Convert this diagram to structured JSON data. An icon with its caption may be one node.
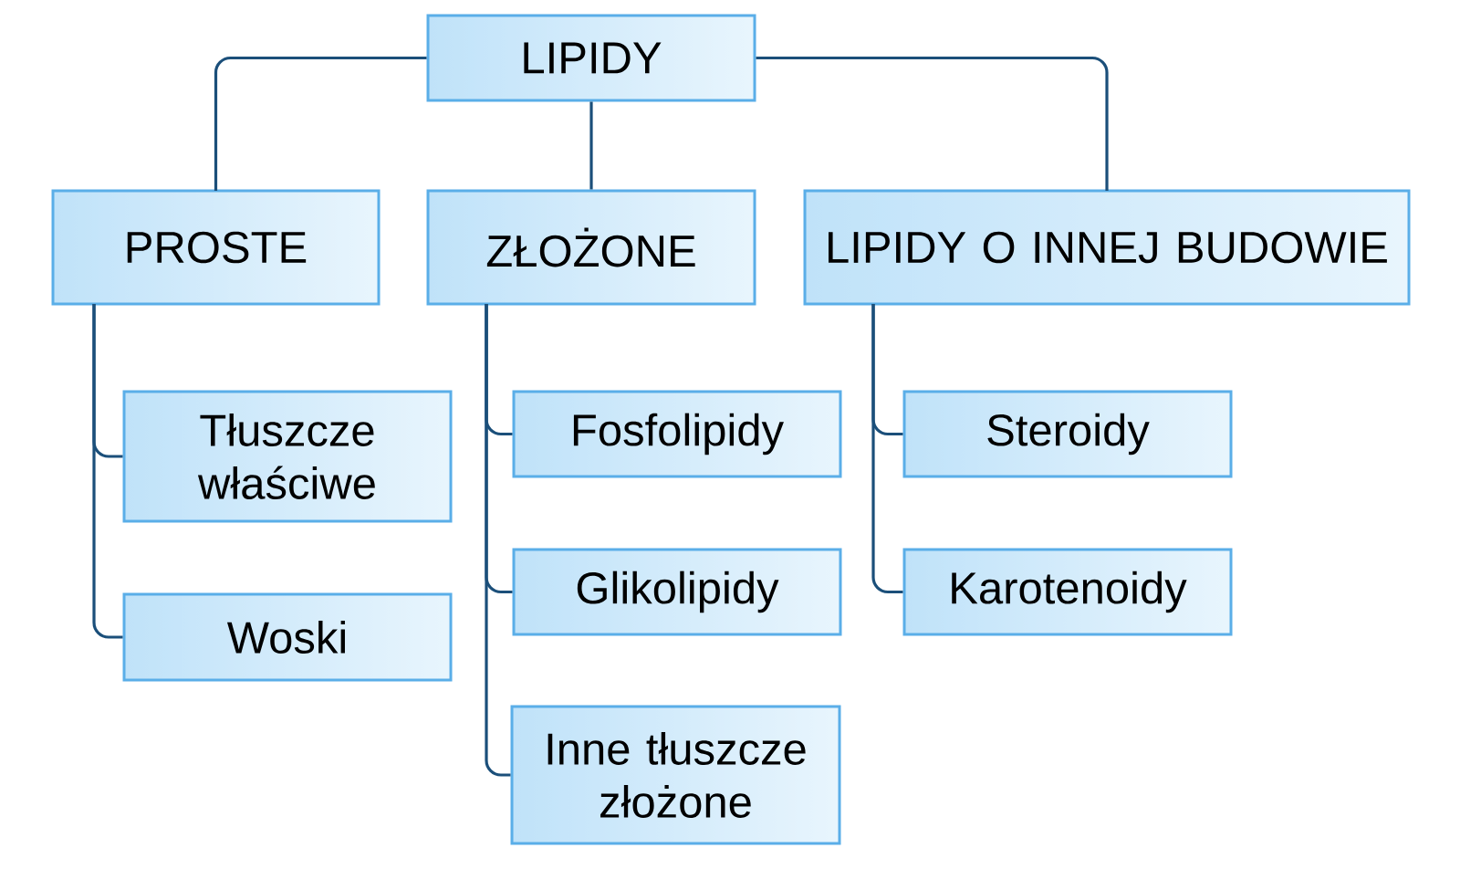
{
  "diagram": {
    "nodes": [
      {
        "text": [
          "LIPIDY"
        ]
      },
      {
        "text": [
          "PROSTE"
        ]
      },
      {
        "text": [
          "ZŁOŻONE"
        ]
      },
      {
        "text": [
          "LIPIDY O INNEJ BUDOWIE"
        ]
      },
      {
        "text": [
          "Tłuszcze właściwe"
        ]
      },
      {
        "text": [
          "Woski"
        ]
      },
      {
        "text": [
          "Fosfolipidy"
        ]
      },
      {
        "text": [
          "Glikolipidy"
        ]
      },
      {
        "text": [
          "Inne tłuszcze złożone"
        ]
      },
      {
        "text": [
          "Steroidy"
        ]
      },
      {
        "text": [
          "Karotenoidy"
        ]
      }
    ],
    "edges": [
      {
        "from": 0,
        "to": 1,
        "arrow": "none"
      },
      {
        "from": 0,
        "to": 2,
        "arrow": "none"
      },
      {
        "from": 0,
        "to": 3,
        "arrow": "none"
      },
      {
        "from": 1,
        "to": 4,
        "arrow": "none"
      },
      {
        "from": 1,
        "to": 5,
        "arrow": "none"
      },
      {
        "from": 2,
        "to": 6,
        "arrow": "none"
      },
      {
        "from": 2,
        "to": 7,
        "arrow": "none"
      },
      {
        "from": 2,
        "to": 8,
        "arrow": "none"
      },
      {
        "from": 3,
        "to": 9,
        "arrow": "none"
      },
      {
        "from": 3,
        "to": 10,
        "arrow": "none"
      }
    ]
  }
}
